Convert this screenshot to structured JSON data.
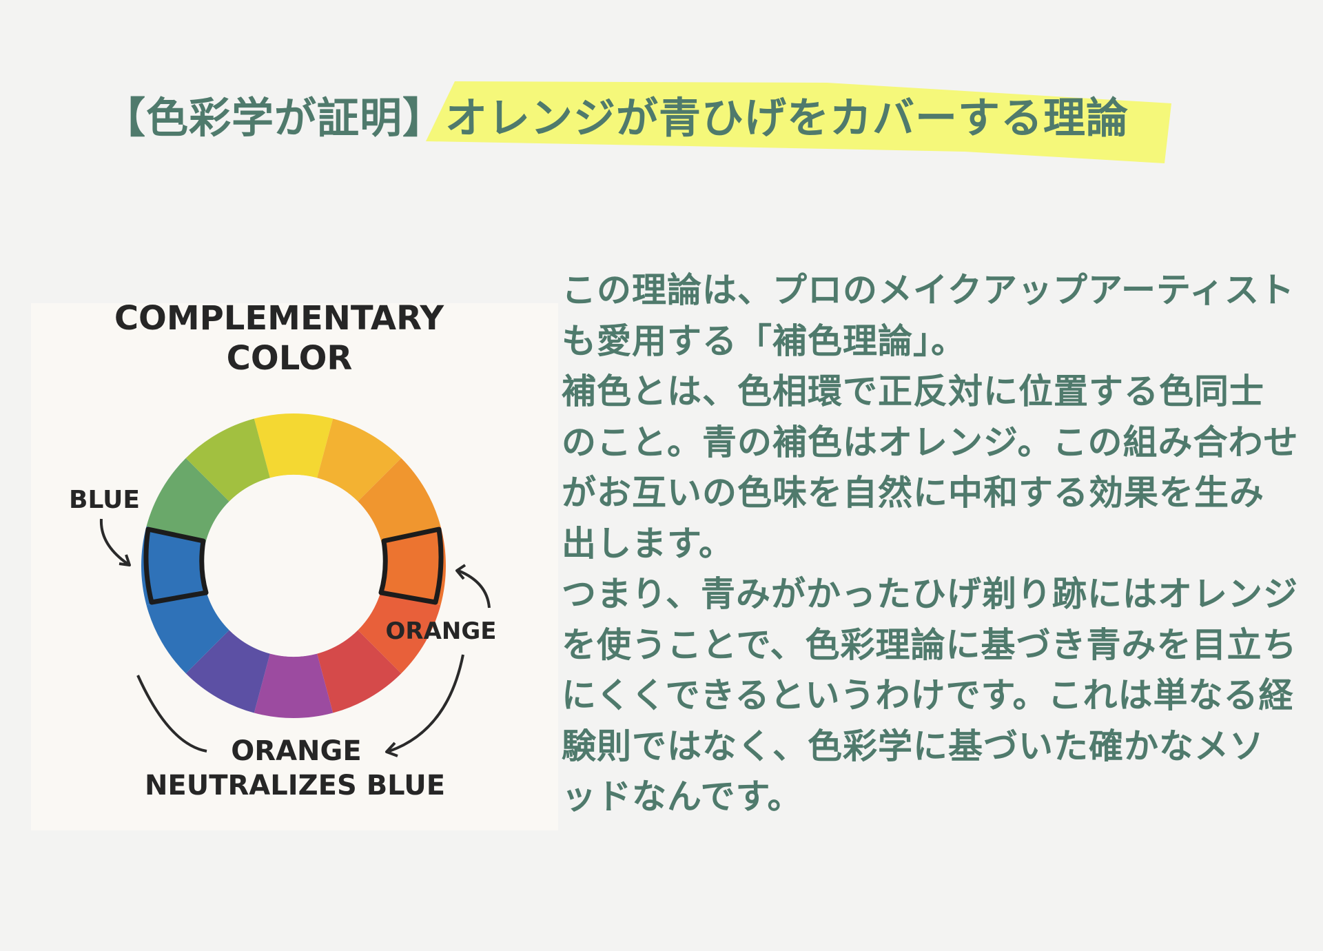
{
  "title": "【色彩学が証明】オレンジが青ひげをカバーする理論",
  "colors": {
    "background": "#f3f3f2",
    "text": "#4f7a6c",
    "highlight": "#f5f87a",
    "diagram_background": "#faf8f4",
    "diagram_text": "#262626"
  },
  "diagram": {
    "heading_line1": "COMPLEMENTARY",
    "heading_line2": "COLOR",
    "label_blue": "BLUE",
    "label_orange": "ORANGE",
    "caption_line1": "ORANGE",
    "caption_line2": "NEUTRALIZES BLUE",
    "wheel_colors": [
      "#f4d832",
      "#f3b232",
      "#f0962f",
      "#ec7430",
      "#e8603a",
      "#d54a4a",
      "#9c4ba0",
      "#5c50a4",
      "#2f72b8",
      "#2f72b8",
      "#6aa86a",
      "#a2c040"
    ]
  },
  "body": {
    "paragraph1": "この理論は、プロのメイクアップアーティストも愛用する「補色理論」。",
    "paragraph2": "補色とは、色相環で正反対に位置する色同士のこと。青の補色はオレンジ。この組み合わせがお互いの色味を自然に中和する効果を生み出します。",
    "paragraph3": "つまり、青みがかったひげ剃り跡にはオレンジを使うことで、色彩理論に基づき青みを目立ちにくくできるというわけです。これは単なる経験則ではなく、色彩学に基づいた確かなメソッドなんです。"
  }
}
